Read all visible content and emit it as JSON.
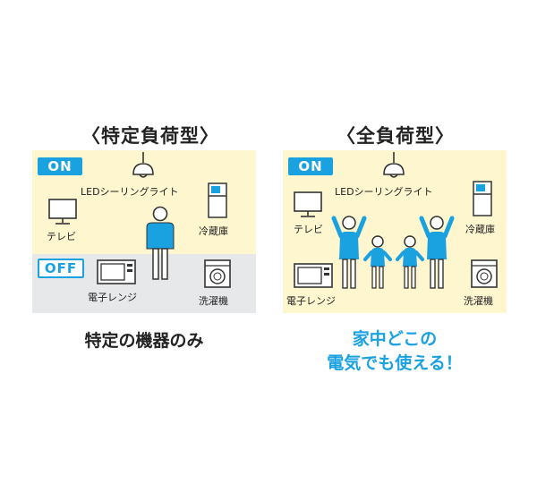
{
  "left": {
    "title": "〈特定負荷型〉",
    "on_badge": "ON",
    "off_badge": "OFF",
    "light_label": "LEDシーリングライト",
    "tv_label": "テレビ",
    "fridge_label": "冷蔵庫",
    "microwave_label": "電子レンジ",
    "washer_label": "洗濯機",
    "caption": "特定の機器のみ"
  },
  "right": {
    "title": "〈全負荷型〉",
    "on_badge": "ON",
    "light_label": "LEDシーリングライト",
    "tv_label": "テレビ",
    "fridge_label": "冷蔵庫",
    "microwave_label": "電子レンジ",
    "washer_label": "洗濯機",
    "caption_line1": "家中どこの",
    "caption_line2": "電気でも使える！"
  },
  "colors": {
    "on_bg": "#fdf6cf",
    "off_bg": "#e7e8ea",
    "accent": "#1aa1e0",
    "line": "#333333"
  },
  "icons": [
    "ceiling-light-icon",
    "tv-icon",
    "fridge-icon",
    "microwave-icon",
    "washer-icon",
    "person-icon"
  ]
}
